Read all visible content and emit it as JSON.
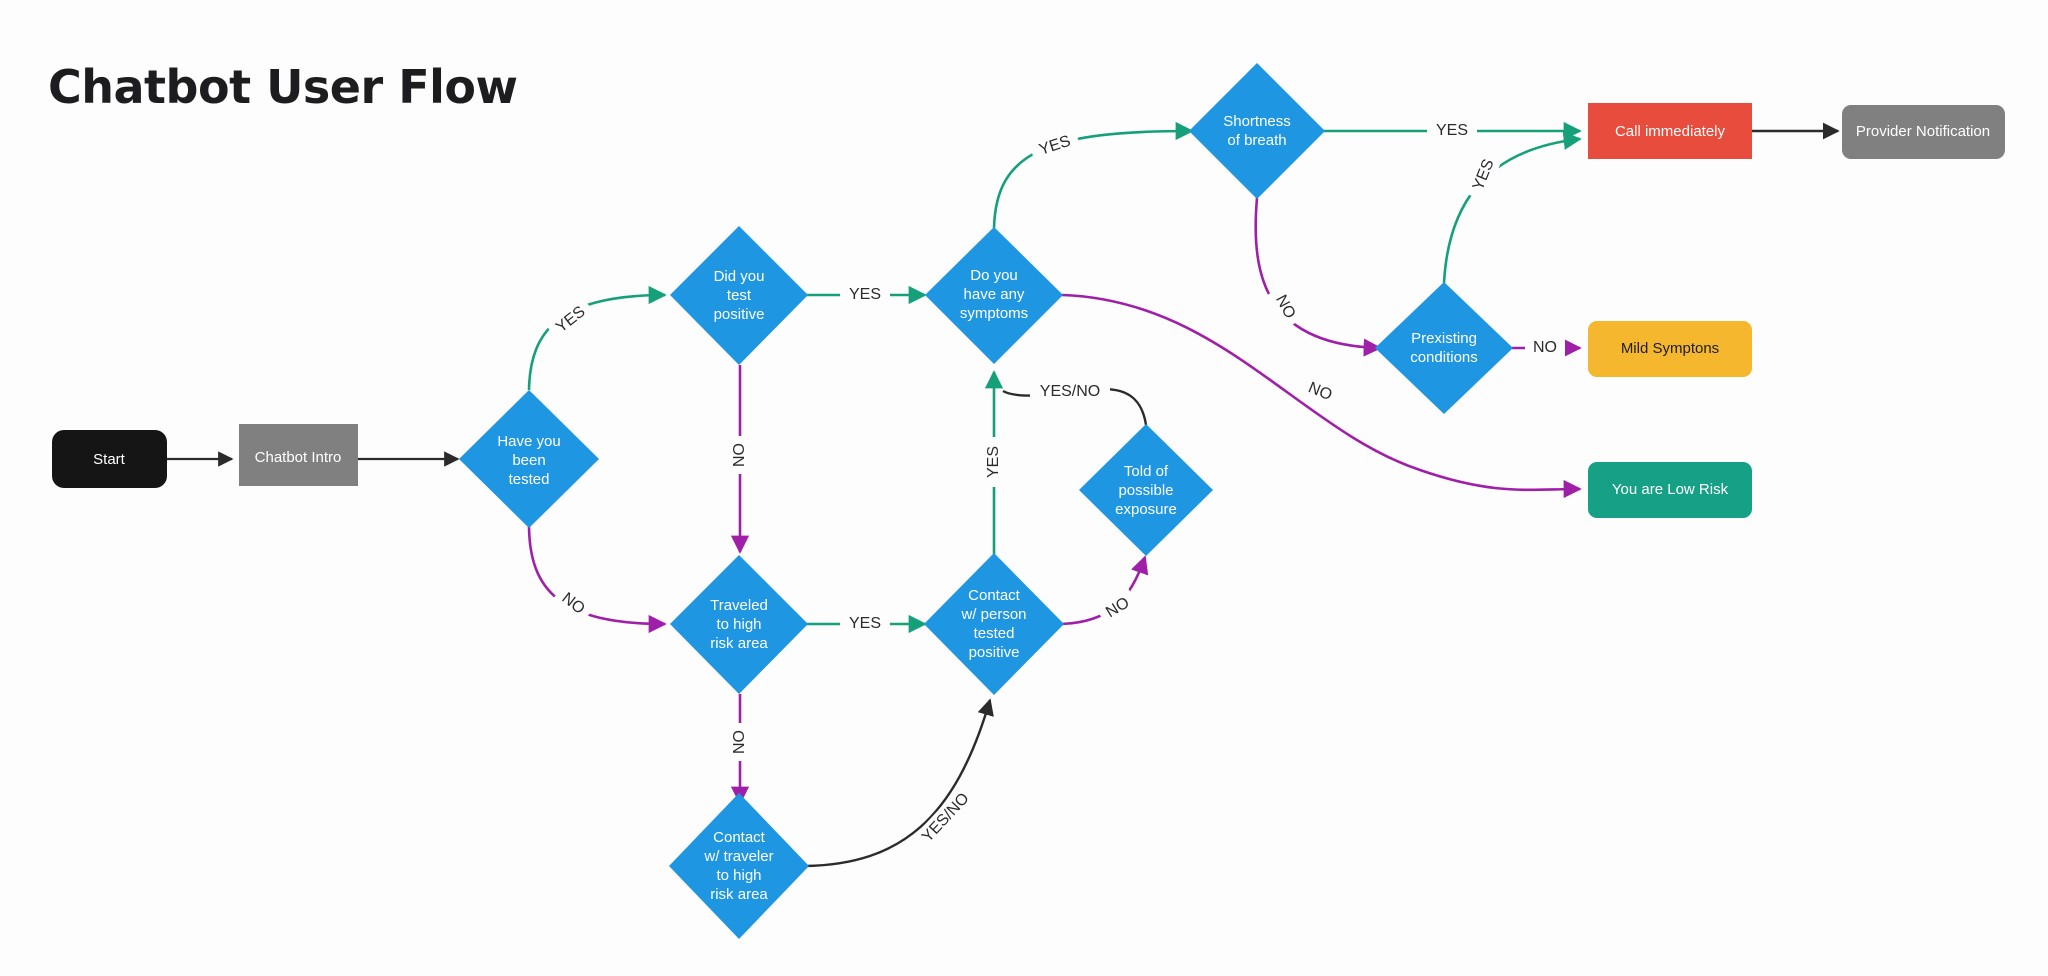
{
  "page": {
    "title": "Chatbot User Flow",
    "background": "#fdfdfd"
  },
  "colors": {
    "decision": "#1E96E2",
    "start": "#151515",
    "process_gray": "#808080",
    "alert_red": "#E84C3D",
    "warn_yellow": "#F5B72D",
    "ok_teal": "#16A085",
    "edge_yes": "#16A07A",
    "edge_no": "#A01FA8",
    "edge_neutral": "#2b2b2b",
    "node_text_light": "#ffffff",
    "node_text_dark": "#1d1d1f"
  },
  "nodes": [
    {
      "id": "start",
      "label": "Start",
      "shape": "rounded-rect",
      "fill": "#151515",
      "text_color": "#ffffff"
    },
    {
      "id": "intro",
      "label": "Chatbot Intro",
      "shape": "rect",
      "fill": "#808080",
      "text_color": "#ffffff"
    },
    {
      "id": "tested",
      "label": "Have you\nbeen\ntested",
      "shape": "diamond",
      "fill": "#1E96E2",
      "text_color": "#ffffff"
    },
    {
      "id": "positive",
      "label": "Did you\ntest\npositive",
      "shape": "diamond",
      "fill": "#1E96E2",
      "text_color": "#ffffff"
    },
    {
      "id": "symptoms",
      "label": "Do you\nhave any\nsymptoms",
      "shape": "diamond",
      "fill": "#1E96E2",
      "text_color": "#ffffff"
    },
    {
      "id": "breath",
      "label": "Shortness\nof breath",
      "shape": "diamond",
      "fill": "#1E96E2",
      "text_color": "#ffffff"
    },
    {
      "id": "prexisting",
      "label": "Prexisting\nconditions",
      "shape": "diamond",
      "fill": "#1E96E2",
      "text_color": "#ffffff"
    },
    {
      "id": "traveled",
      "label": "Traveled\nto high\nrisk area",
      "shape": "diamond",
      "fill": "#1E96E2",
      "text_color": "#ffffff"
    },
    {
      "id": "contact_pos",
      "label": "Contact\nw/ person\ntested\npositive",
      "shape": "diamond",
      "fill": "#1E96E2",
      "text_color": "#ffffff"
    },
    {
      "id": "told",
      "label": "Told of\npossible\nexposure",
      "shape": "diamond",
      "fill": "#1E96E2",
      "text_color": "#ffffff"
    },
    {
      "id": "contact_trav",
      "label": "Contact\nw/ traveler\nto high\nrisk area",
      "shape": "diamond",
      "fill": "#1E96E2",
      "text_color": "#ffffff"
    },
    {
      "id": "call",
      "label": "Call immediately",
      "shape": "rect",
      "fill": "#E84C3D",
      "text_color": "#ffffff"
    },
    {
      "id": "provider",
      "label": "Provider Notification",
      "shape": "rounded-rect",
      "fill": "#808080",
      "text_color": "#ffffff"
    },
    {
      "id": "mild",
      "label": "Mild Symptons",
      "shape": "rounded-rect",
      "fill": "#F5B72D",
      "text_color": "#1d1d1f"
    },
    {
      "id": "lowrisk",
      "label": "You are Low Risk",
      "shape": "rounded-rect",
      "fill": "#16A085",
      "text_color": "#ffffff"
    }
  ],
  "edges": [
    {
      "from": "start",
      "to": "intro",
      "label": "",
      "color": "#2b2b2b"
    },
    {
      "from": "intro",
      "to": "tested",
      "label": "",
      "color": "#2b2b2b"
    },
    {
      "from": "tested",
      "to": "positive",
      "label": "YES",
      "color": "#16A07A"
    },
    {
      "from": "tested",
      "to": "traveled",
      "label": "NO",
      "color": "#A01FA8"
    },
    {
      "from": "positive",
      "to": "symptoms",
      "label": "YES",
      "color": "#16A07A"
    },
    {
      "from": "positive",
      "to": "traveled",
      "label": "NO",
      "color": "#A01FA8"
    },
    {
      "from": "symptoms",
      "to": "breath",
      "label": "YES",
      "color": "#16A07A"
    },
    {
      "from": "symptoms",
      "to": "lowrisk",
      "label": "NO",
      "color": "#A01FA8"
    },
    {
      "from": "breath",
      "to": "call",
      "label": "YES",
      "color": "#16A07A"
    },
    {
      "from": "breath",
      "to": "prexisting",
      "label": "NO",
      "color": "#A01FA8"
    },
    {
      "from": "prexisting",
      "to": "call",
      "label": "YES",
      "color": "#16A07A"
    },
    {
      "from": "prexisting",
      "to": "mild",
      "label": "NO",
      "color": "#A01FA8"
    },
    {
      "from": "call",
      "to": "provider",
      "label": "",
      "color": "#2b2b2b"
    },
    {
      "from": "traveled",
      "to": "contact_pos",
      "label": "YES",
      "color": "#16A07A"
    },
    {
      "from": "traveled",
      "to": "contact_trav",
      "label": "NO",
      "color": "#A01FA8"
    },
    {
      "from": "contact_pos",
      "to": "symptoms",
      "label": "YES",
      "color": "#16A07A"
    },
    {
      "from": "contact_pos",
      "to": "told",
      "label": "NO",
      "color": "#A01FA8"
    },
    {
      "from": "told",
      "to": "symptoms",
      "label": "YES/NO",
      "color": "#2b2b2b"
    },
    {
      "from": "contact_trav",
      "to": "contact_pos",
      "label": "YES/NO",
      "color": "#2b2b2b"
    }
  ]
}
